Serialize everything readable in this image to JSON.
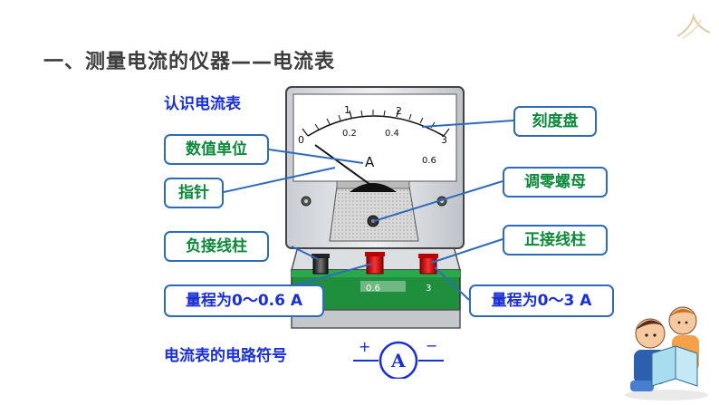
{
  "title": "一、测量电流的仪器——电流表",
  "subtitle": "认识电流表",
  "symbol_caption": "电流表的电路符号",
  "meter": {
    "scale_upper": [
      "0",
      "1",
      "2",
      "3"
    ],
    "scale_lower": [
      "0.2",
      "0.4",
      "0.6"
    ],
    "unit": "A",
    "terminal_labels": [
      "0.6",
      "3"
    ]
  },
  "callouts": {
    "scale_dial": "刻度盘",
    "unit_label": "数值单位",
    "pointer": "指针",
    "zero_adjust": "调零螺母",
    "negative_terminal": "负接线柱",
    "positive_terminal": "正接线柱",
    "range_small": "量程为0～0.6 A",
    "range_large": "量程为0～3 A"
  },
  "symbol": {
    "letter": "A",
    "plus": "+",
    "minus": "−"
  },
  "colors": {
    "title": "#3d3d3d",
    "blue_heading": "#1a2fd6",
    "callout_green": "#0c8a3a",
    "callout_border": "#2f6bbd",
    "terminal_red": "#d61818",
    "base_green": "#1f8f3e"
  }
}
